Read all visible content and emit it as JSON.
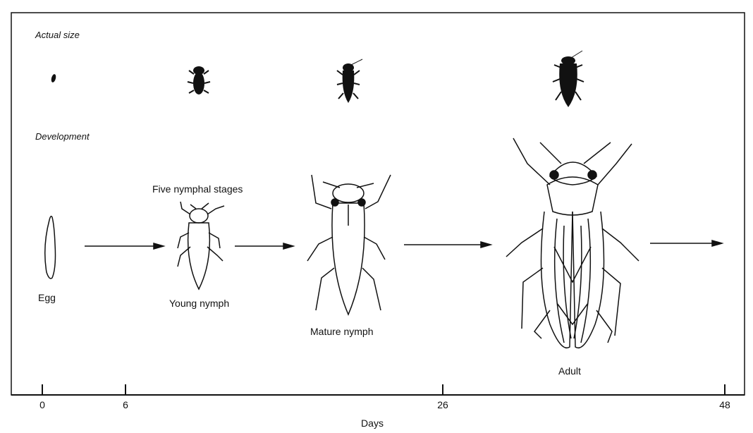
{
  "sections": {
    "actual_size": "Actual size",
    "development": "Development"
  },
  "stages": {
    "egg": "Egg",
    "nymphal_note": "Five nymphal stages",
    "young_nymph": "Young nymph",
    "mature_nymph": "Mature nymph",
    "adult": "Adult"
  },
  "axis": {
    "label": "Days",
    "ticks": [
      "0",
      "6",
      "26",
      "48"
    ]
  }
}
